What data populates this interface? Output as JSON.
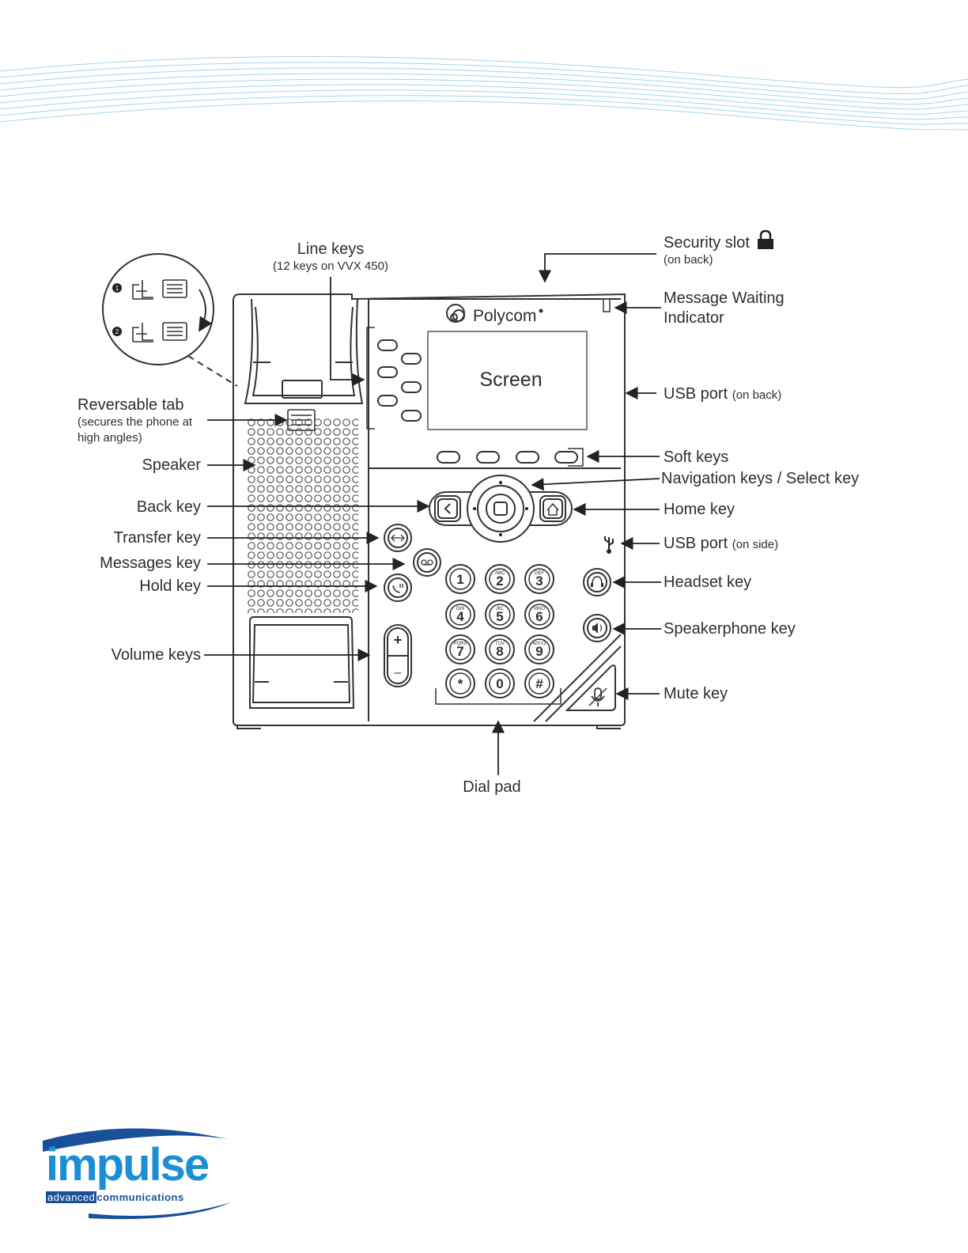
{
  "colors": {
    "wave": "#5ab2e0",
    "ink": "#2e2e2e",
    "logo_blue": "#1b8fd4",
    "logo_navy": "#1a4f9a"
  },
  "phone": {
    "brand": "Polycom",
    "screen_label": "Screen",
    "dial_keys": [
      {
        "digit": "1",
        "letters": ""
      },
      {
        "digit": "2",
        "letters": "ABC"
      },
      {
        "digit": "3",
        "letters": "DEF"
      },
      {
        "digit": "4",
        "letters": "GHI"
      },
      {
        "digit": "5",
        "letters": "JKL"
      },
      {
        "digit": "6",
        "letters": "MNO"
      },
      {
        "digit": "7",
        "letters": "PQRS"
      },
      {
        "digit": "8",
        "letters": "TUV"
      },
      {
        "digit": "9",
        "letters": "WXYZ"
      },
      {
        "digit": "*",
        "letters": ""
      },
      {
        "digit": "0",
        "letters": ""
      },
      {
        "digit": "#",
        "letters": ""
      }
    ],
    "volume_plus": "+",
    "volume_minus": "–",
    "tab_steps": [
      "1",
      "2"
    ]
  },
  "labels": {
    "line_keys": "Line keys",
    "line_keys_note": "(12 keys on VVX 450)",
    "security_slot": "Security slot",
    "security_slot_note": "(on back)",
    "message_waiting_1": "Message Waiting",
    "message_waiting_2": "Indicator",
    "usb_back": "USB port",
    "usb_back_note": "(on back)",
    "reversable_tab": "Reversable tab",
    "reversable_tab_note_1": "(secures the phone at",
    "reversable_tab_note_2": "high angles)",
    "speaker": "Speaker",
    "soft_keys": "Soft keys",
    "navigation": "Navigation keys / Select key",
    "back_key": "Back key",
    "home_key": "Home key",
    "transfer_key": "Transfer key",
    "usb_side": "USB port",
    "usb_side_note": "(on side)",
    "messages_key": "Messages key",
    "headset_key": "Headset key",
    "hold_key": "Hold key",
    "speakerphone_key": "Speakerphone key",
    "volume_keys": "Volume keys",
    "mute_key": "Mute key",
    "dial_pad": "Dial pad"
  },
  "logo": {
    "word": "impulse",
    "sub_left": "advanced",
    "sub_right": "communications"
  }
}
